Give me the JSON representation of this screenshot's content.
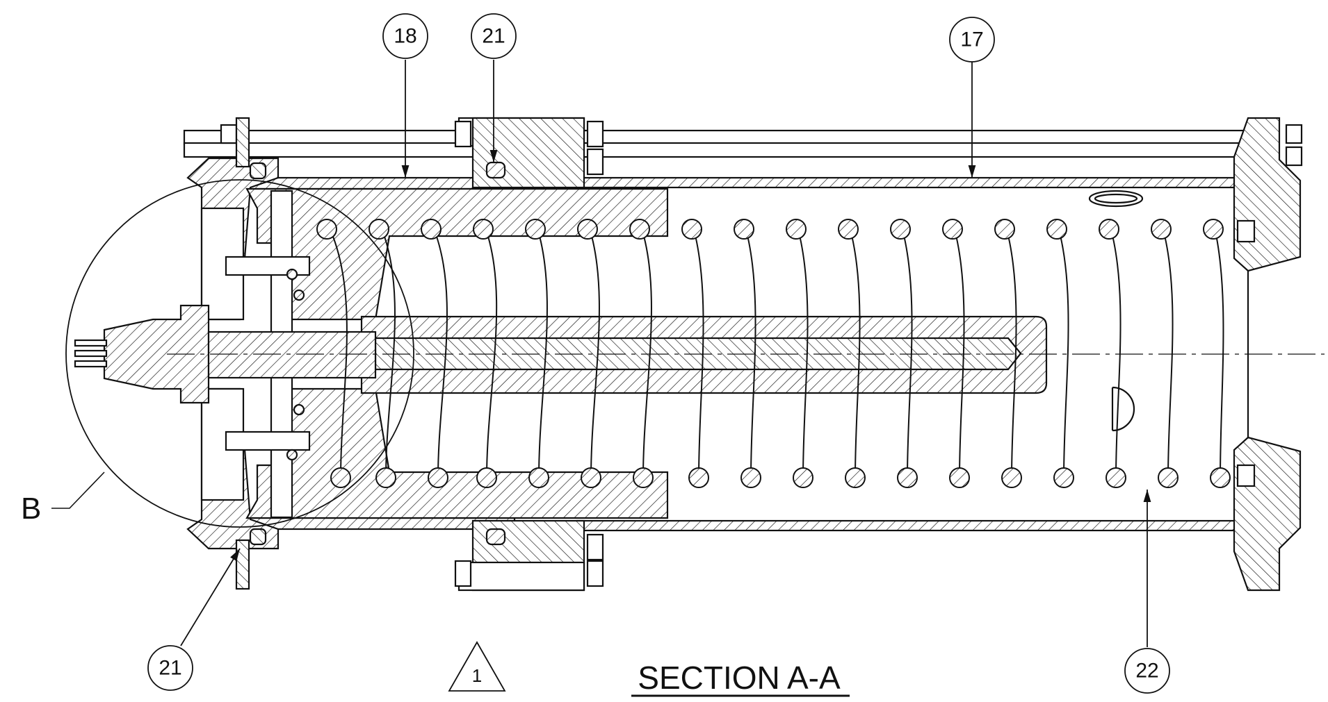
{
  "title": "SECTION A-A",
  "detail_label": "B",
  "revision": "1",
  "balloons": [
    {
      "id": "balloon-18",
      "label": "18"
    },
    {
      "id": "balloon-21-top",
      "label": "21"
    },
    {
      "id": "balloon-17",
      "label": "17"
    },
    {
      "id": "balloon-21-bottom",
      "label": "21"
    },
    {
      "id": "balloon-22",
      "label": "22"
    }
  ],
  "colors": {
    "line": "#111111",
    "paper": "#ffffff"
  }
}
